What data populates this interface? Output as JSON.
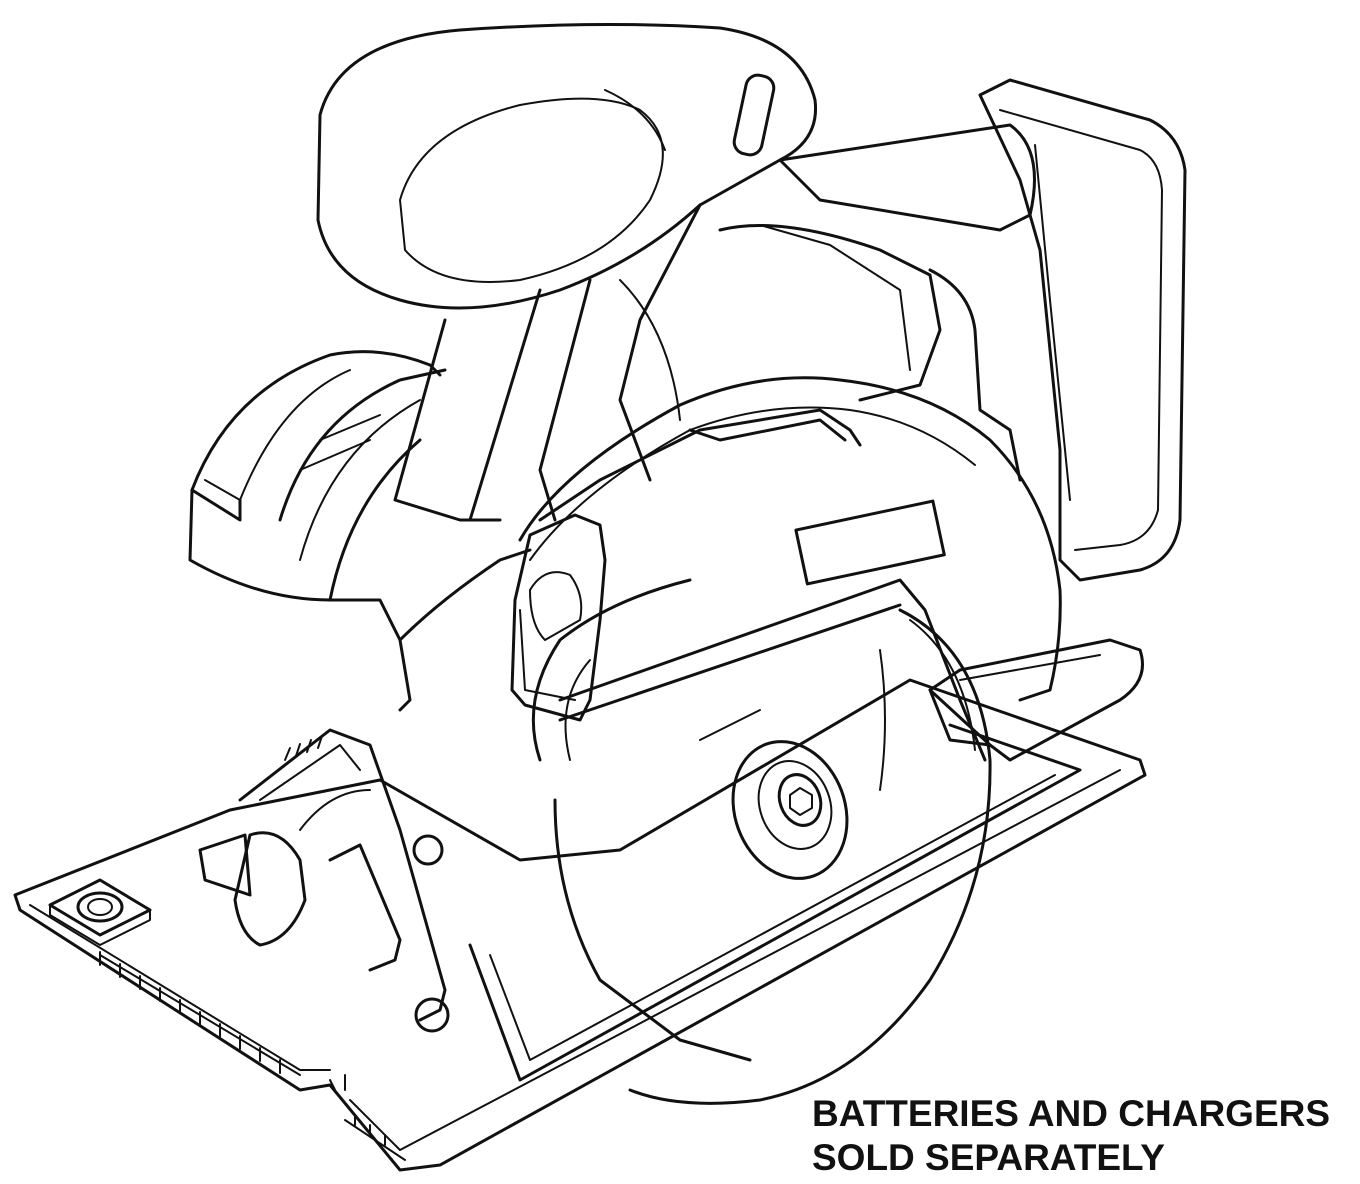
{
  "figure": {
    "subject": "circular-saw",
    "line_color": "#111111",
    "background_color": "#ffffff"
  },
  "note": {
    "line1": "BATTERIES AND CHARGERS",
    "line2": "SOLD SEPARATELY"
  }
}
